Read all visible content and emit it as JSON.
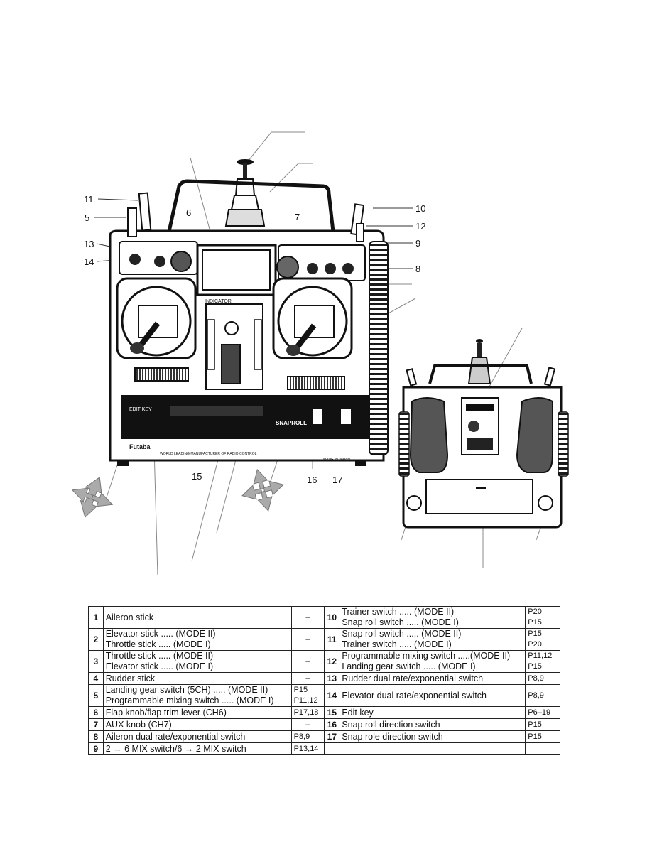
{
  "transmitter": {
    "brand": "Futaba",
    "indicator_label": "INDICATOR",
    "edit_key_label": "EDIT KEY",
    "snaproll_label": "SNAPROLL",
    "made_in_label": "MADE IN JAPAN",
    "footer_text": "WORLD LEADING MANUFACTURER OF RADIO CONTROL"
  },
  "callouts": [
    "11",
    "5",
    "13",
    "14",
    "6",
    "7",
    "10",
    "12",
    "9",
    "8",
    "15",
    "16",
    "17"
  ],
  "parts_table": {
    "rows": [
      {
        "num": "1",
        "desc": [
          "Aileron stick"
        ],
        "page": [
          "–"
        ],
        "rnum": "10",
        "rdesc": [
          "Trainer switch ..... (MODE II)",
          "Snap roll switch ..... (MODE I)"
        ],
        "rpage": [
          "P20",
          "P15"
        ]
      },
      {
        "num": "2",
        "desc": [
          "Elevator stick ..... (MODE II)",
          "Throttle stick ..... (MODE I)"
        ],
        "page": [
          "–"
        ],
        "rnum": "11",
        "rdesc": [
          "Snap roll switch ..... (MODE II)",
          "Trainer switch ..... (MODE I)"
        ],
        "rpage": [
          "P15",
          "P20"
        ]
      },
      {
        "num": "3",
        "desc": [
          "Throttle stick ..... (MODE II)",
          "Elevator stick ..... (MODE I)"
        ],
        "page": [
          "–"
        ],
        "rnum": "12",
        "rdesc": [
          "Programmable mixing switch .....(MODE II)",
          "Landing gear switch ..... (MODE I)"
        ],
        "rpage": [
          "P11,12",
          "P15"
        ]
      },
      {
        "num": "4",
        "desc": [
          "Rudder stick"
        ],
        "page": [
          "–"
        ],
        "rnum": "13",
        "rdesc": [
          "Rudder dual rate/exponential switch"
        ],
        "rpage": [
          "P8,9"
        ]
      },
      {
        "num": "5",
        "desc": [
          "Landing gear switch (5CH) ..... (MODE II)",
          "Programmable mixing switch ..... (MODE I)"
        ],
        "page": [
          "P15",
          "P11,12"
        ],
        "rnum": "14",
        "rdesc": [
          "Elevator dual rate/exponential switch"
        ],
        "rpage": [
          "P8,9"
        ]
      },
      {
        "num": "6",
        "desc": [
          "Flap knob/flap trim lever (CH6)"
        ],
        "page": [
          "P17,18"
        ],
        "rnum": "15",
        "rdesc": [
          "Edit key"
        ],
        "rpage": [
          "P6–19"
        ]
      },
      {
        "num": "7",
        "desc": [
          "AUX knob (CH7)"
        ],
        "page": [
          "–"
        ],
        "rnum": "16",
        "rdesc": [
          "Snap roll direction switch"
        ],
        "rpage": [
          "P15"
        ]
      },
      {
        "num": "8",
        "desc": [
          "Aileron dual rate/exponential switch"
        ],
        "page": [
          "P8,9"
        ],
        "rnum": "17",
        "rdesc": [
          "Snap role direction switch"
        ],
        "rpage": [
          "P15"
        ]
      },
      {
        "num": "9",
        "desc": [
          "2 → 6 MIX switch/6 → 2 MIX switch"
        ],
        "page": [
          "P13,14"
        ],
        "rnum": "",
        "rdesc": [
          ""
        ],
        "rpage": [
          ""
        ]
      }
    ]
  }
}
